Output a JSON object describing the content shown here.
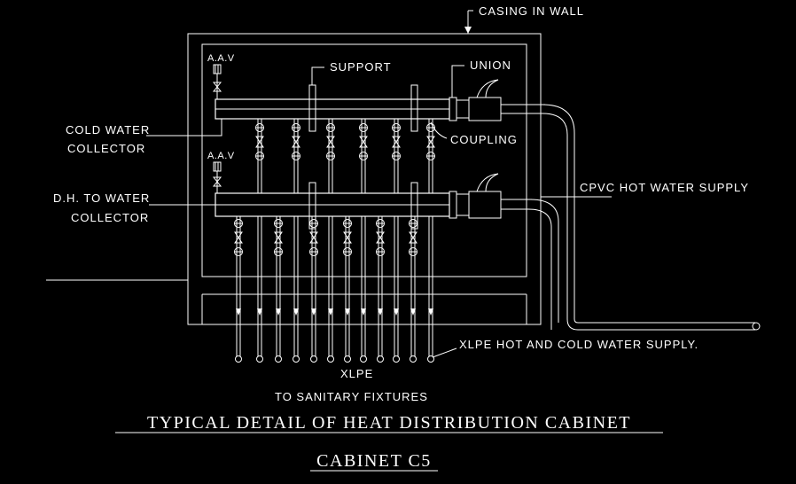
{
  "labels": {
    "casing": "CASING IN WALL",
    "aav_top": "A.A.V",
    "aav_bottom": "A.A.V",
    "support": "SUPPORT",
    "union": "UNION",
    "coupling": "COUPLING",
    "cold_collector_1": "COLD WATER",
    "cold_collector_2": "COLLECTOR",
    "dh_collector_1": "D.H. TO WATER",
    "dh_collector_2": "COLLECTOR",
    "cpvc": "CPVC HOT WATER SUPPLY",
    "xlpe_supply": "XLPE HOT AND COLD WATER SUPPLY.",
    "xlpe": "XLPE",
    "fixtures": "TO SANITARY FIXTURES"
  },
  "title": "TYPICAL DETAIL OF HEAT DISTRIBUTION CABINET",
  "subtitle": "CABINET C5",
  "colors": {
    "background": "#000000",
    "line": "#ffffff"
  }
}
